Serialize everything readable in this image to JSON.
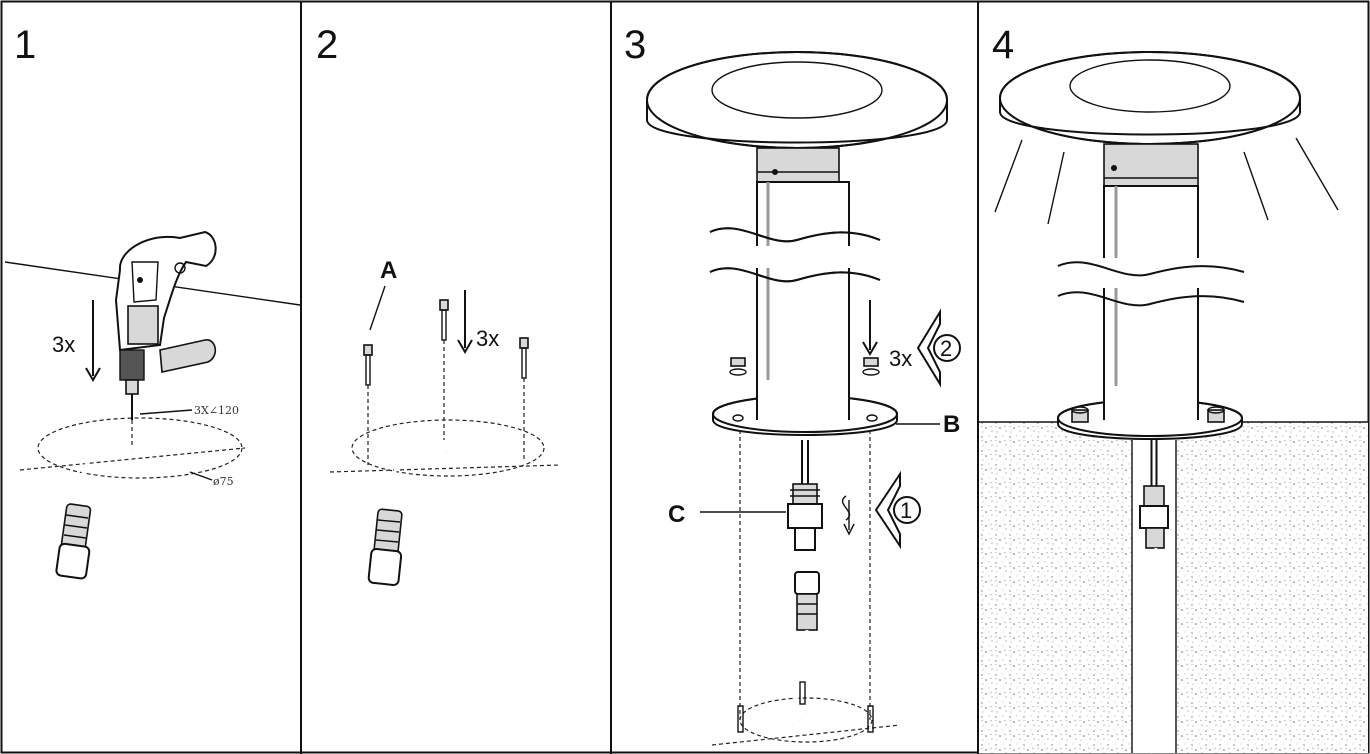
{
  "panels": [
    {
      "number": "1",
      "count_label": "3x",
      "angle_label": "3X∠120",
      "diameter_label": "ø75",
      "icons": [
        "drill-icon",
        "cable-connector-icon"
      ]
    },
    {
      "number": "2",
      "part_label": "A",
      "count_label": "3x",
      "icons": [
        "anchor-bolt-icon",
        "cable-connector-icon"
      ]
    },
    {
      "number": "3",
      "count_label": "3x",
      "step_one": "1",
      "step_two": "2",
      "part_b": "B",
      "part_c": "C",
      "icons": [
        "bollard-lamp-icon",
        "nut-icon",
        "connector-icon",
        "rotate-arrow-icon"
      ]
    },
    {
      "number": "4",
      "icons": [
        "bollard-lamp-icon",
        "light-rays-icon",
        "ground-soil-icon"
      ]
    }
  ],
  "colors": {
    "line": "#111111",
    "background": "#ffffff",
    "soil": "#888888"
  }
}
